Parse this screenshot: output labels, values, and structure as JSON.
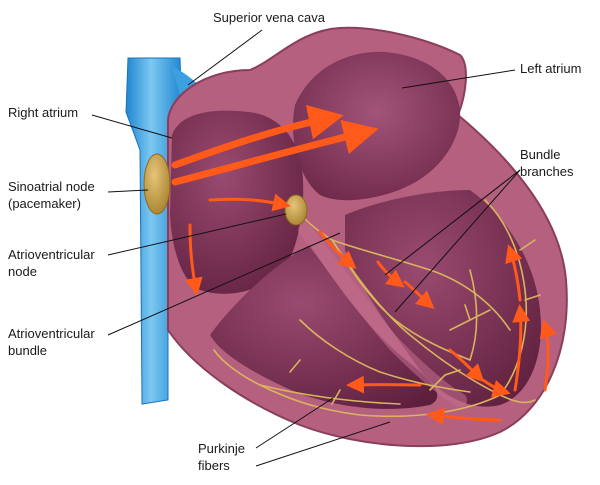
{
  "labels": {
    "superior_vena_cava": "Superior vena cava",
    "left_atrium": "Left atrium",
    "right_atrium": "Right atrium",
    "bundle_branches": [
      "Bundle",
      "branches"
    ],
    "sinoatrial_node": [
      "Sinoatrial node",
      "(pacemaker)"
    ],
    "atrioventricular_node": [
      "Atrioventricular",
      "node"
    ],
    "atrioventricular_bundle": [
      "Atrioventricular",
      "bundle"
    ],
    "purkinje_fibers": [
      "Purkinje",
      "fibers"
    ]
  },
  "colors": {
    "vein": "#2e9be0",
    "vein_light": "#7cc8f2",
    "wall": "#b5607f",
    "wall_edge": "#8a3e5c",
    "chamber": "#6e2849",
    "chamber_light": "#8c3a60",
    "node": "#c8a24a",
    "fiber": "#d9b45c",
    "arrow": "#ff5a1a"
  }
}
